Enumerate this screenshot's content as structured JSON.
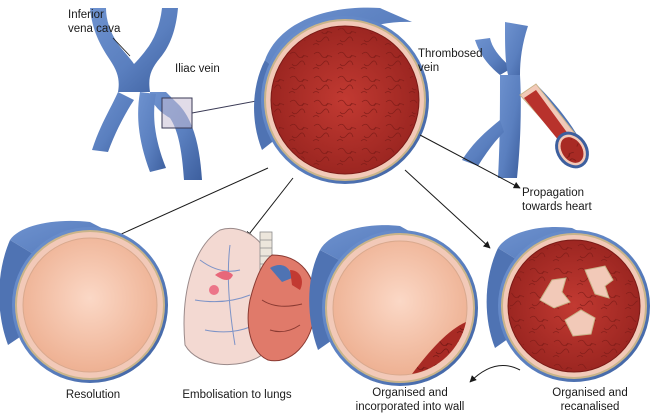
{
  "labels": {
    "ivc_line1": "Inferior",
    "ivc_line2": "vena cava",
    "iliac": "Iliac vein",
    "thrombosed_line1": "Thrombosed",
    "thrombosed_line2": "vein",
    "propagation_line1": "Propagation",
    "propagation_line2": "towards heart",
    "resolution": "Resolution",
    "embolisation": "Embolisation to lungs",
    "organised_wall_line1": "Organised and",
    "organised_wall_line2": "incorporated into wall",
    "recanalised_line1": "Organised and",
    "recanalised_line2": "recanalised"
  },
  "colors": {
    "vein_blue": "#5a7fbf",
    "vein_blue_dark": "#3d5f9e",
    "vessel_wall": "#f2c9b8",
    "wall_ring": "#c9b48a",
    "lumen": "#f4c2a8",
    "thrombus": "#b8322c",
    "thrombus_dark": "#7a1a16",
    "lung": "#f3d9d2",
    "heart": "#e07a6a"
  }
}
